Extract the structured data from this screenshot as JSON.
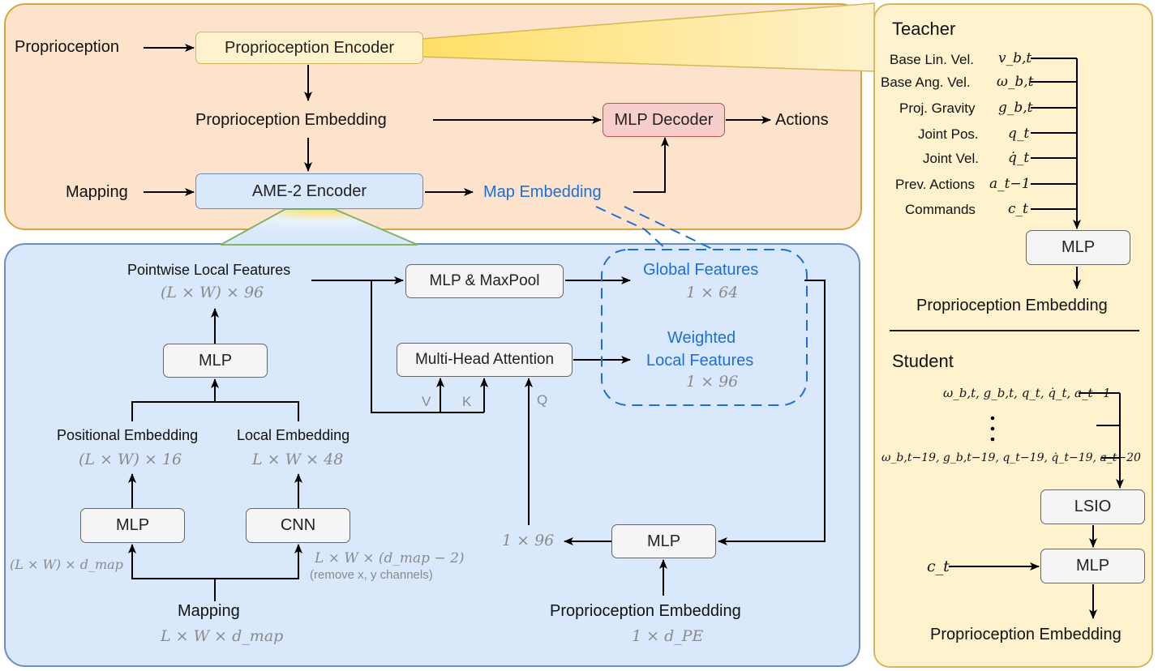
{
  "top": {
    "proprioception": "Proprioception",
    "proprio_encoder": "Proprioception Encoder",
    "proprio_embedding": "Proprioception Embedding",
    "mlp_decoder": "MLP Decoder",
    "actions": "Actions",
    "mapping": "Mapping",
    "ame2_encoder": "AME-2 Encoder",
    "map_embedding": "Map Embedding"
  },
  "encoder": {
    "pointwise_local_features": "Pointwise Local Features",
    "pointwise_dim": "(L × W) × 96",
    "mlp_top": "MLP",
    "positional_embedding": "Positional Embedding",
    "positional_dim": "(L × W) × 16",
    "local_embedding": "Local Embedding",
    "local_dim": "L × W × 48",
    "mlp_left": "MLP",
    "cnn": "CNN",
    "mlp_left_input_dim": "(L × W) × d_map",
    "cnn_input_dim": "L × W × (d_map − 2)",
    "cnn_input_note": "(remove x, y channels)",
    "mapping": "Mapping",
    "mapping_dim": "L × W × d_map",
    "mlp_maxpool": "MLP & MaxPool",
    "multihead_attention": "Multi-Head Attention",
    "v": "V",
    "k": "K",
    "q": "Q",
    "global_features": "Global Features",
    "global_dim": "1 × 64",
    "weighted_local_features_1": "Weighted",
    "weighted_local_features_2": "Local Features",
    "weighted_dim": "1 × 96",
    "query_dim": "1 × 96",
    "mlp_bottom": "MLP",
    "proprio_embedding": "Proprioception Embedding",
    "proprio_dim": "1 × d_PE"
  },
  "teacher": {
    "title": "Teacher",
    "inputs": [
      {
        "label": "Base Lin. Vel.",
        "symbol": "v_b,t"
      },
      {
        "label": "Base Ang. Vel.",
        "symbol": "ω_b,t"
      },
      {
        "label": "Proj. Gravity",
        "symbol": "g_b,t"
      },
      {
        "label": "Joint Pos.",
        "symbol": "q_t"
      },
      {
        "label": "Joint Vel.",
        "symbol": "q̇_t"
      },
      {
        "label": "Prev. Actions",
        "symbol": "a_t−1"
      },
      {
        "label": "Commands",
        "symbol": "c_t"
      }
    ],
    "mlp": "MLP",
    "output": "Proprioception Embedding"
  },
  "student": {
    "title": "Student",
    "history_first": "ω_b,t, g_b,t, q_t, q̇_t, a_t−1",
    "history_last": "ω_b,t−19, g_b,t−19, q_t−19, q̇_t−19, a_t−20",
    "lsio": "LSIO",
    "command": "c_t",
    "mlp": "MLP",
    "output": "Proprioception Embedding"
  },
  "colors": {
    "orange_panel": "#fde3cc",
    "orange_border": "#d9a441",
    "blue_panel": "#dae8fc",
    "blue_border": "#6c8ebf",
    "yellow_panel": "#fff2cc",
    "yellow_border": "#d6b656",
    "encoder_box": "#fff2cc",
    "ame2_box": "#dae8fc",
    "decoder_box": "#f8cecc",
    "decoder_border": "#b85450",
    "gray_box": "#f5f5f5",
    "accent_blue": "#1c6fd6"
  }
}
